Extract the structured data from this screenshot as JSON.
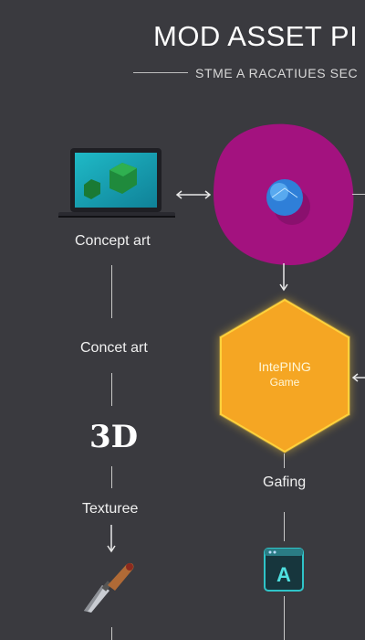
{
  "header": {
    "title": "MOD ASSET PI",
    "subtitle": "STME A RACATIUES SEC"
  },
  "left_column": {
    "concept_label_1": "Concept art",
    "concept_label_2": "Concet art",
    "three_d_label": "3D",
    "texture_label": "Texturee"
  },
  "right_column": {
    "hex_title": "IntePING",
    "hex_subtitle": "Game",
    "gafing_label": "Gafing",
    "app_icon_letter": "A"
  },
  "colors": {
    "background": "#3a3a3f",
    "blob": "#a3127f",
    "sphere": "#3a8fe6",
    "hexagon": "#f5a623",
    "hex_glow": "#ffd23c",
    "laptop_screen": "#14a3b5"
  },
  "icons": [
    "laptop-icon",
    "green-cube-icon",
    "blue-sphere-icon",
    "knife-icon",
    "app-a-icon",
    "double-arrow-icon",
    "down-arrow-icon"
  ]
}
